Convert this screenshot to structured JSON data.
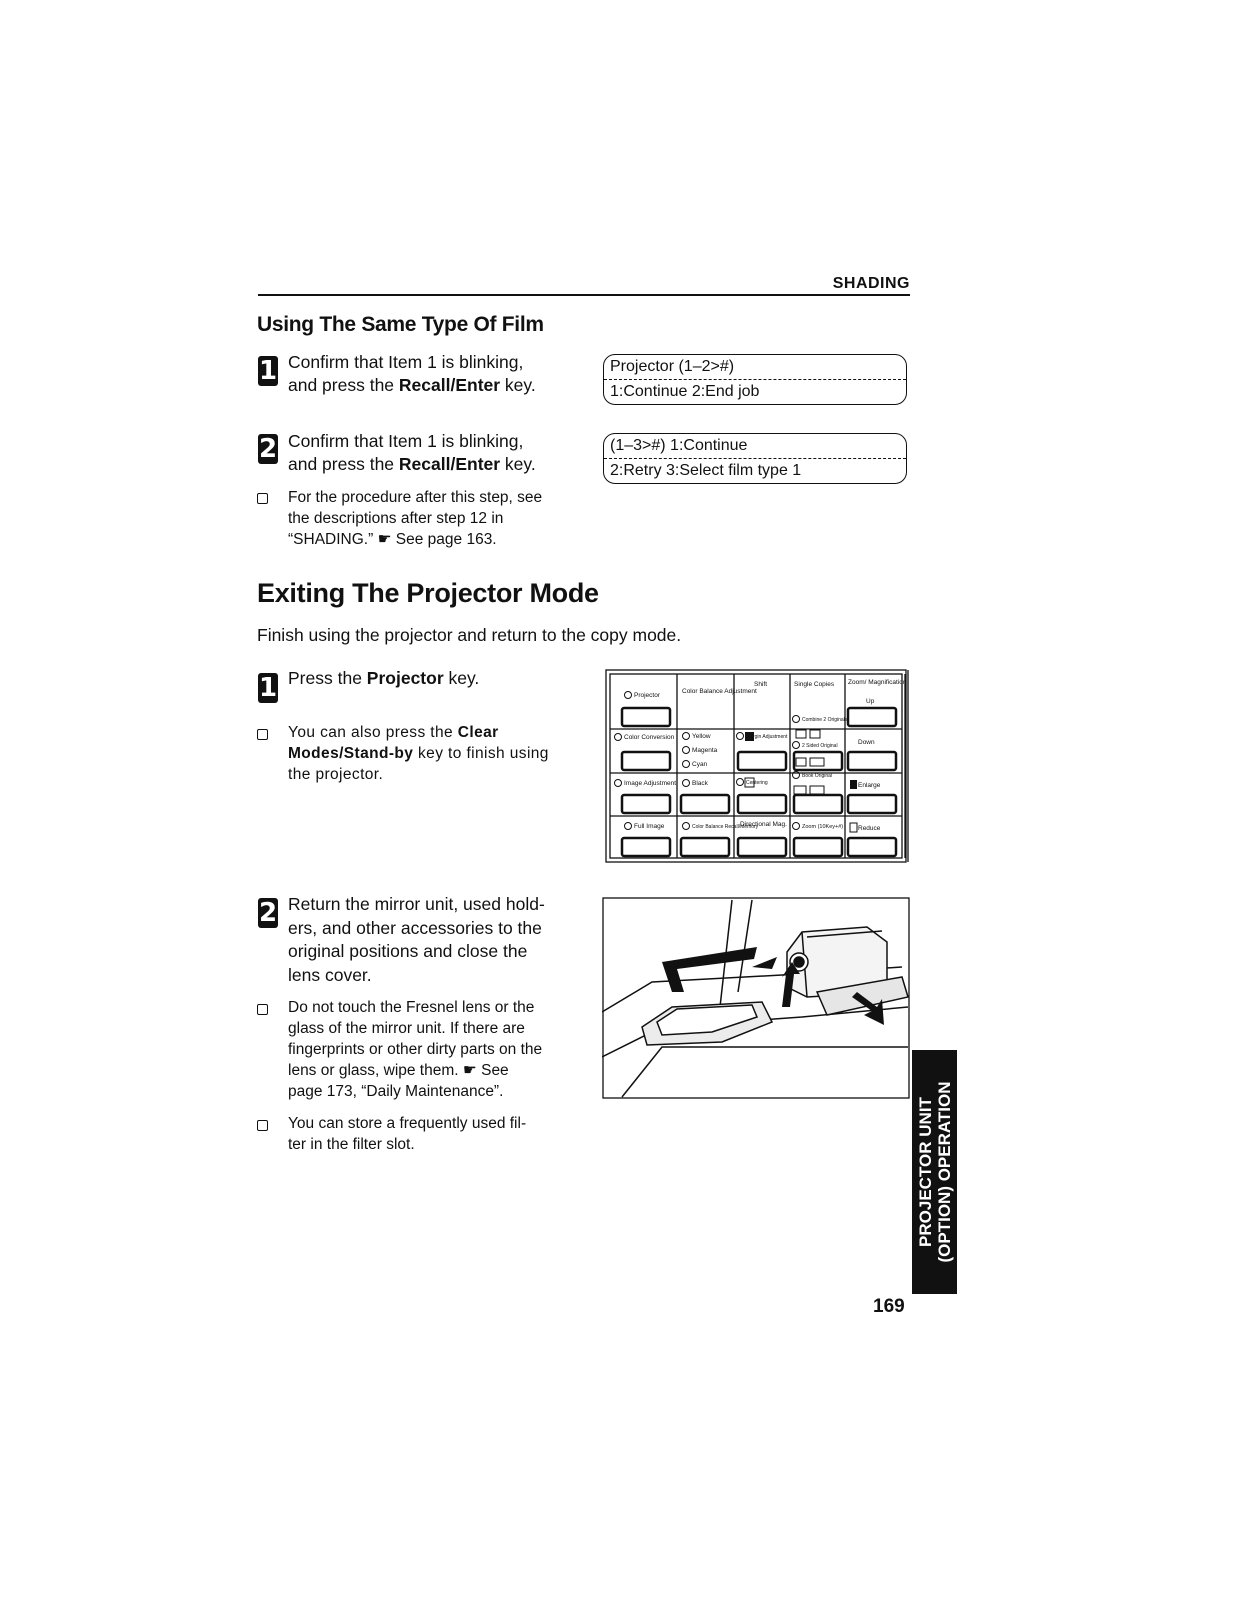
{
  "header": {
    "section": "SHADING"
  },
  "section1": {
    "title": "Using The Same Type Of Film",
    "step1": {
      "num": "1",
      "text_pre": "Confirm that Item 1 is blinking,",
      "text_mid": "and press the ",
      "key": "Recall/Enter",
      "text_post": " key."
    },
    "lcd1": {
      "line1": "Projector (1–2>#)",
      "line2": "1:Continue  2:End job"
    },
    "step2": {
      "num": "2",
      "text_pre": "Confirm that Item 1 is blinking,",
      "text_mid": "and press the ",
      "key": "Recall/Enter",
      "text_post": " key."
    },
    "lcd2": {
      "line1": "(1–3>#) 1:Continue",
      "line2": "2:Retry  3:Select film type 1"
    },
    "note": {
      "line1": "For the procedure after this step, see",
      "line2": "the descriptions after step 12 in",
      "line3": "“SHADING.”",
      "arrow": "☛",
      "line3b": " See page 163."
    }
  },
  "section2": {
    "title": "Exiting The Projector Mode",
    "intro": "Finish using the projector and return to the copy mode.",
    "step1": {
      "num": "1",
      "text_pre": "Press the ",
      "key": "Projector",
      "text_post": " key."
    },
    "note1": {
      "line1_pre": "You can also press the ",
      "key1": "Clear",
      "key2": "Modes/Stand-by",
      "line2_post": " key to finish using",
      "line3": "the projector."
    },
    "panel": {
      "row1": [
        "Projector",
        "Color Balance Adjustment",
        "Shift",
        "Single Copies",
        "Zoom/ Magnification",
        "Up"
      ],
      "row2": [
        "Color Conversion",
        "Yellow",
        "Magenta",
        "Cyan",
        "Margin Adjustment",
        "Combine 2 Originals",
        "2 Sided Original",
        "Down"
      ],
      "row3": [
        "Image Adjustment",
        "Black",
        "Centering",
        "Book Original",
        "Enlarge"
      ],
      "row4": [
        "Full Image",
        "Color Balance Recall/Memory",
        "Directional Mag.",
        "Zoom (10Key+#)",
        "Reduce"
      ]
    },
    "step2": {
      "num": "2",
      "line1": "Return the mirror unit, used hold-",
      "line2": "ers, and other accessories to the",
      "line3": "original positions and close the",
      "line4": "lens cover."
    },
    "note2": {
      "line1": "Do not touch the Fresnel lens or the",
      "line2": "glass of the mirror unit. If there are",
      "line3": "fingerprints or other dirty parts on the",
      "line4_pre": "lens or glass, wipe them. ",
      "arrow": "☛",
      "line4_post": " See",
      "line5": "page 173, “Daily Maintenance”."
    },
    "note3": {
      "line1": "You can store a frequently used fil-",
      "line2": "ter in the filter slot."
    }
  },
  "side_tab": {
    "line1": "PROJECTOR UNIT",
    "line2": "(OPTION) OPERATION"
  },
  "page_number": "169"
}
